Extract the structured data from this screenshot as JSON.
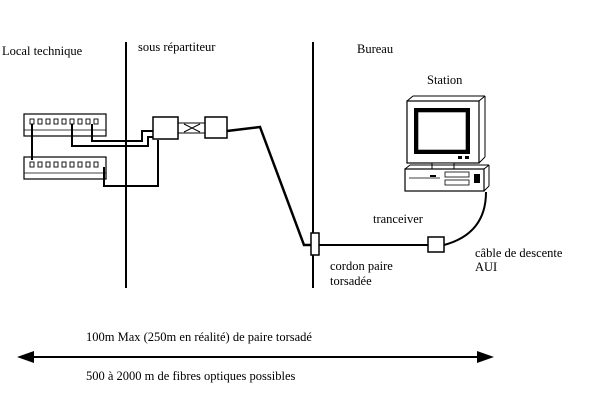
{
  "zones": {
    "local_technique": "Local technique",
    "sous_repartiteur": "sous répartiteur",
    "bureau": "Bureau"
  },
  "labels": {
    "station": "Station",
    "tranceiver": "tranceiver",
    "cable_line1": "câble de descente",
    "cable_line2": "AUI",
    "cordon_line1": "cordon paire",
    "cordon_line2": "torsadée"
  },
  "distances": {
    "paire_torsadee": "100m Max (250m en réalité) de paire torsadé",
    "fibres_optiques": "500 à 2000 m de fibres optiques possibles"
  }
}
